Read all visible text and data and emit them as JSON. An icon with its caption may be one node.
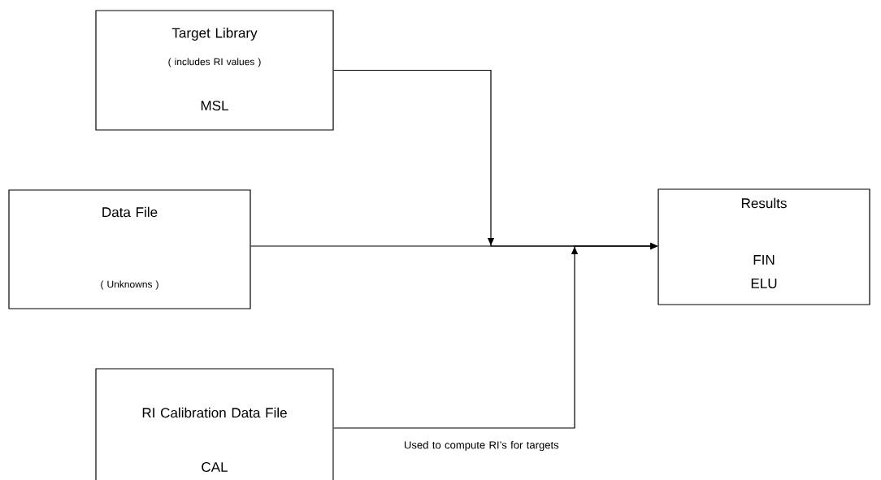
{
  "diagram": {
    "nodes": [
      {
        "text": [
          "Target Library",
          "( includes RI values )",
          "MSL"
        ]
      },
      {
        "text": [
          "Data File",
          "( Unknowns )"
        ]
      },
      {
        "text": [
          "RI Calibration Data File",
          "CAL"
        ]
      },
      {
        "text": [
          "Results",
          "FIN",
          "ELU"
        ]
      }
    ],
    "edges": [
      {
        "from": 0,
        "to": 3,
        "arrow": "to"
      },
      {
        "from": 1,
        "to": 3,
        "arrow": "to"
      },
      {
        "from": 2,
        "to": 3,
        "arrow": "to",
        "label": "Used to compute RI’s for targets"
      }
    ]
  }
}
